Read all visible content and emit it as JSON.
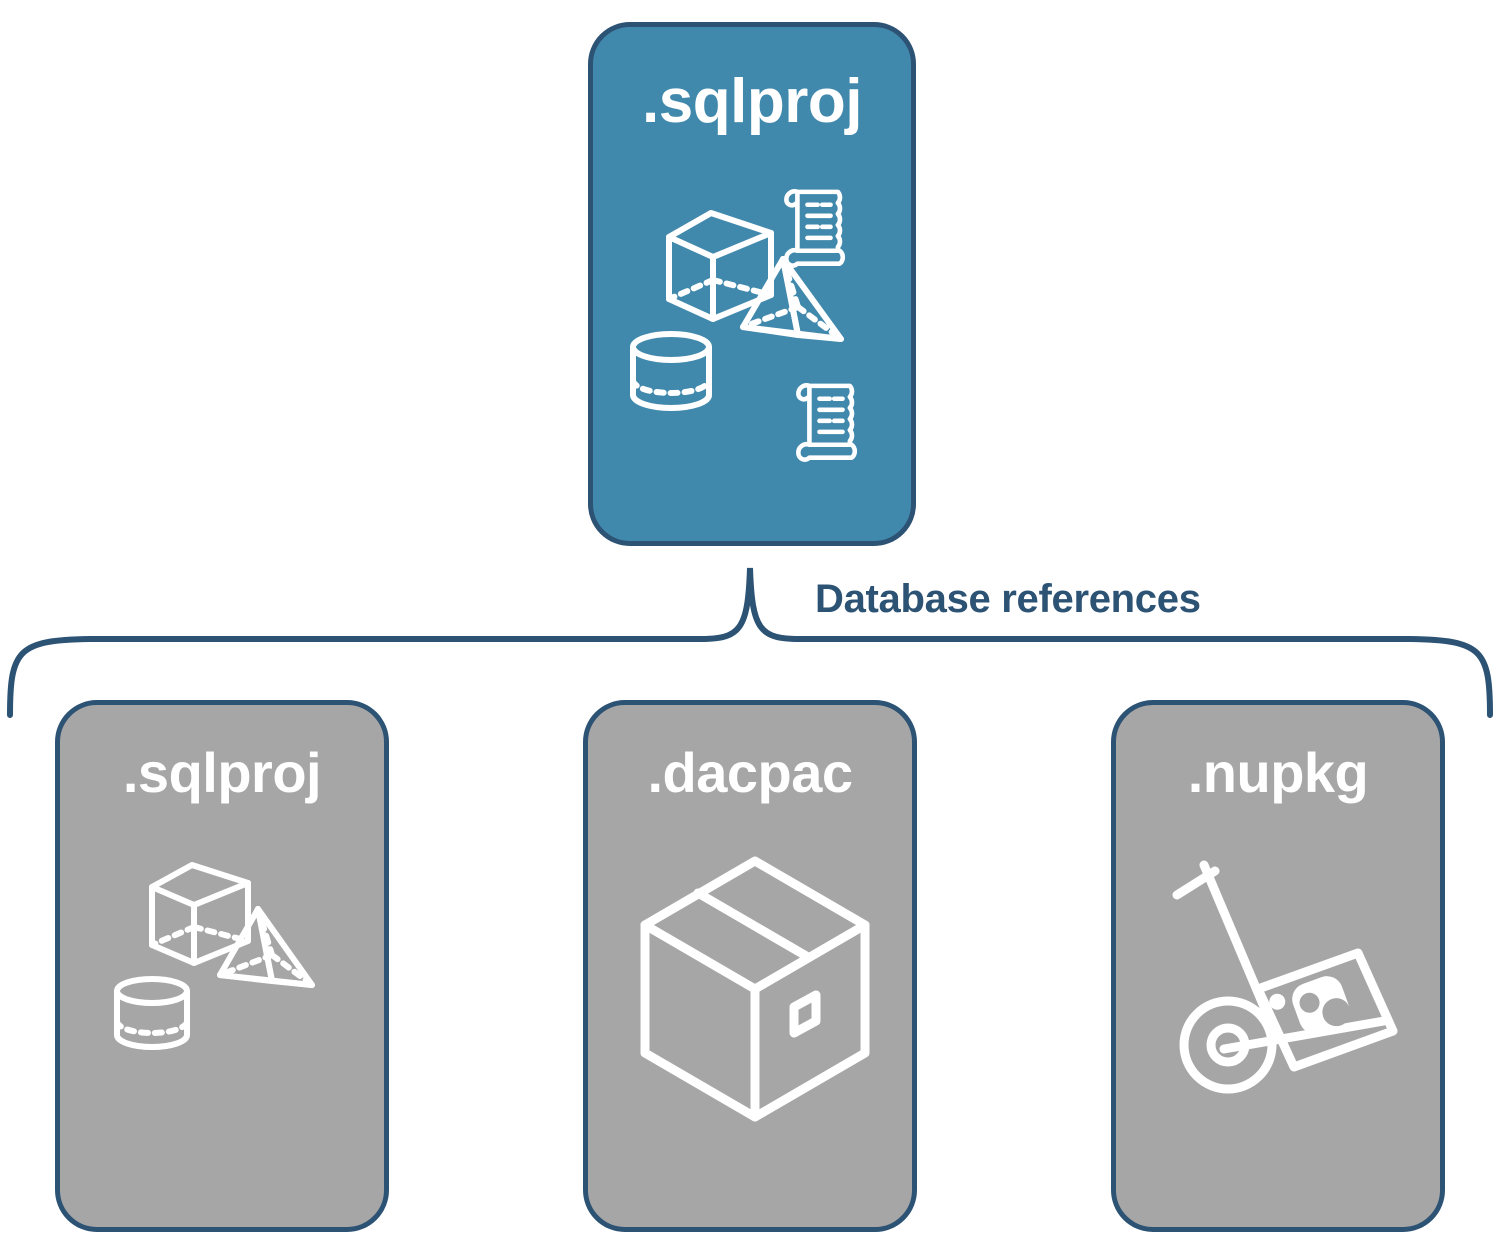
{
  "diagram": {
    "title_text": "Database references",
    "colors": {
      "root_fill": "#4189AC",
      "reference_fill": "#A6A6A6",
      "border": "#2C5274",
      "label": "#2C5274",
      "icon": "#FFFFFF",
      "background": "#FFFFFF"
    },
    "root": {
      "label": ".sqlproj",
      "icons": [
        "cube-wireframe-icon",
        "pyramid-wireframe-icon",
        "cylinder-wireframe-icon",
        "script-scroll-icon",
        "script-scroll-icon"
      ]
    },
    "connector": {
      "label": "Database references",
      "type": "curly-brace-bracket"
    },
    "references": [
      {
        "label": ".sqlproj",
        "icons": [
          "cube-wireframe-icon",
          "pyramid-wireframe-icon",
          "cylinder-wireframe-icon"
        ]
      },
      {
        "label": ".dacpac",
        "icons": [
          "shipping-box-icon"
        ]
      },
      {
        "label": ".nupkg",
        "icons": [
          "hand-truck-package-icon"
        ]
      }
    ]
  }
}
